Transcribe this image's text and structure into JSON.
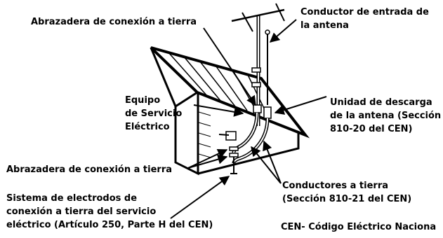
{
  "labels": {
    "top_clamp": "Abrazadera de conexión a tierra",
    "lead_in": [
      "Conductor de entrada de",
      "la antena"
    ],
    "service_equipment": [
      "Equipo",
      "de Servicio",
      "Eléctrico"
    ],
    "discharge_unit": [
      "Unidad de descarga",
      "de la antena (Sección",
      "810-20 del CEN)"
    ],
    "lower_clamp": "Abrazadera de conexión a tierra",
    "ground_conductors": [
      "Conductores a tierra",
      "(Sección 810-21 del CEN)"
    ],
    "electrode_system": [
      "Sistema de electrodos de",
      "conexión a tierra del servicio",
      "eléctrico (Artículo 250, Parte H del CEN)"
    ],
    "footnote": "CEN- Código Eléctrico Naciona"
  }
}
